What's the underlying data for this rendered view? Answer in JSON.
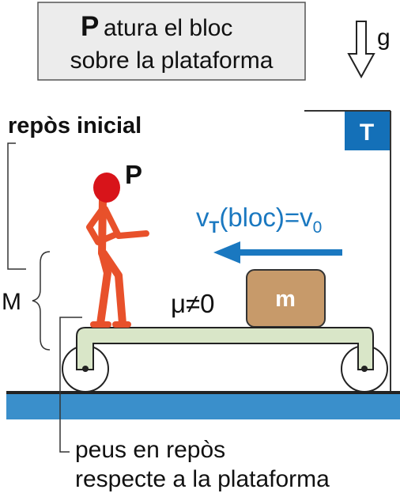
{
  "title": {
    "letter": "P",
    "line1_rest": "atura el bloc",
    "line2": "sobre la plataforma"
  },
  "gravity_label": "g",
  "frame_label": "T",
  "initial_state_label": "repòs inicial",
  "person_label": "P",
  "velocity": {
    "main": "v",
    "subscript_T": "T",
    "middle": "(bloc)=",
    "rhs_main": "v",
    "subscript_0": "0"
  },
  "friction_label": "μ≠0",
  "block_label": "m",
  "mass_label": "M",
  "feet_note": {
    "line1": "peus en repòs",
    "line2": "respecte a la plataforma"
  },
  "colors": {
    "figure": "#e8512b",
    "head": "#d8141a",
    "block": "#c79a6a",
    "platform": "#d9e6c8",
    "floor": "#3a8fcb",
    "frame_badge": "#1470b8",
    "velocity": "#1a78c0",
    "title_box": "#ececec"
  }
}
